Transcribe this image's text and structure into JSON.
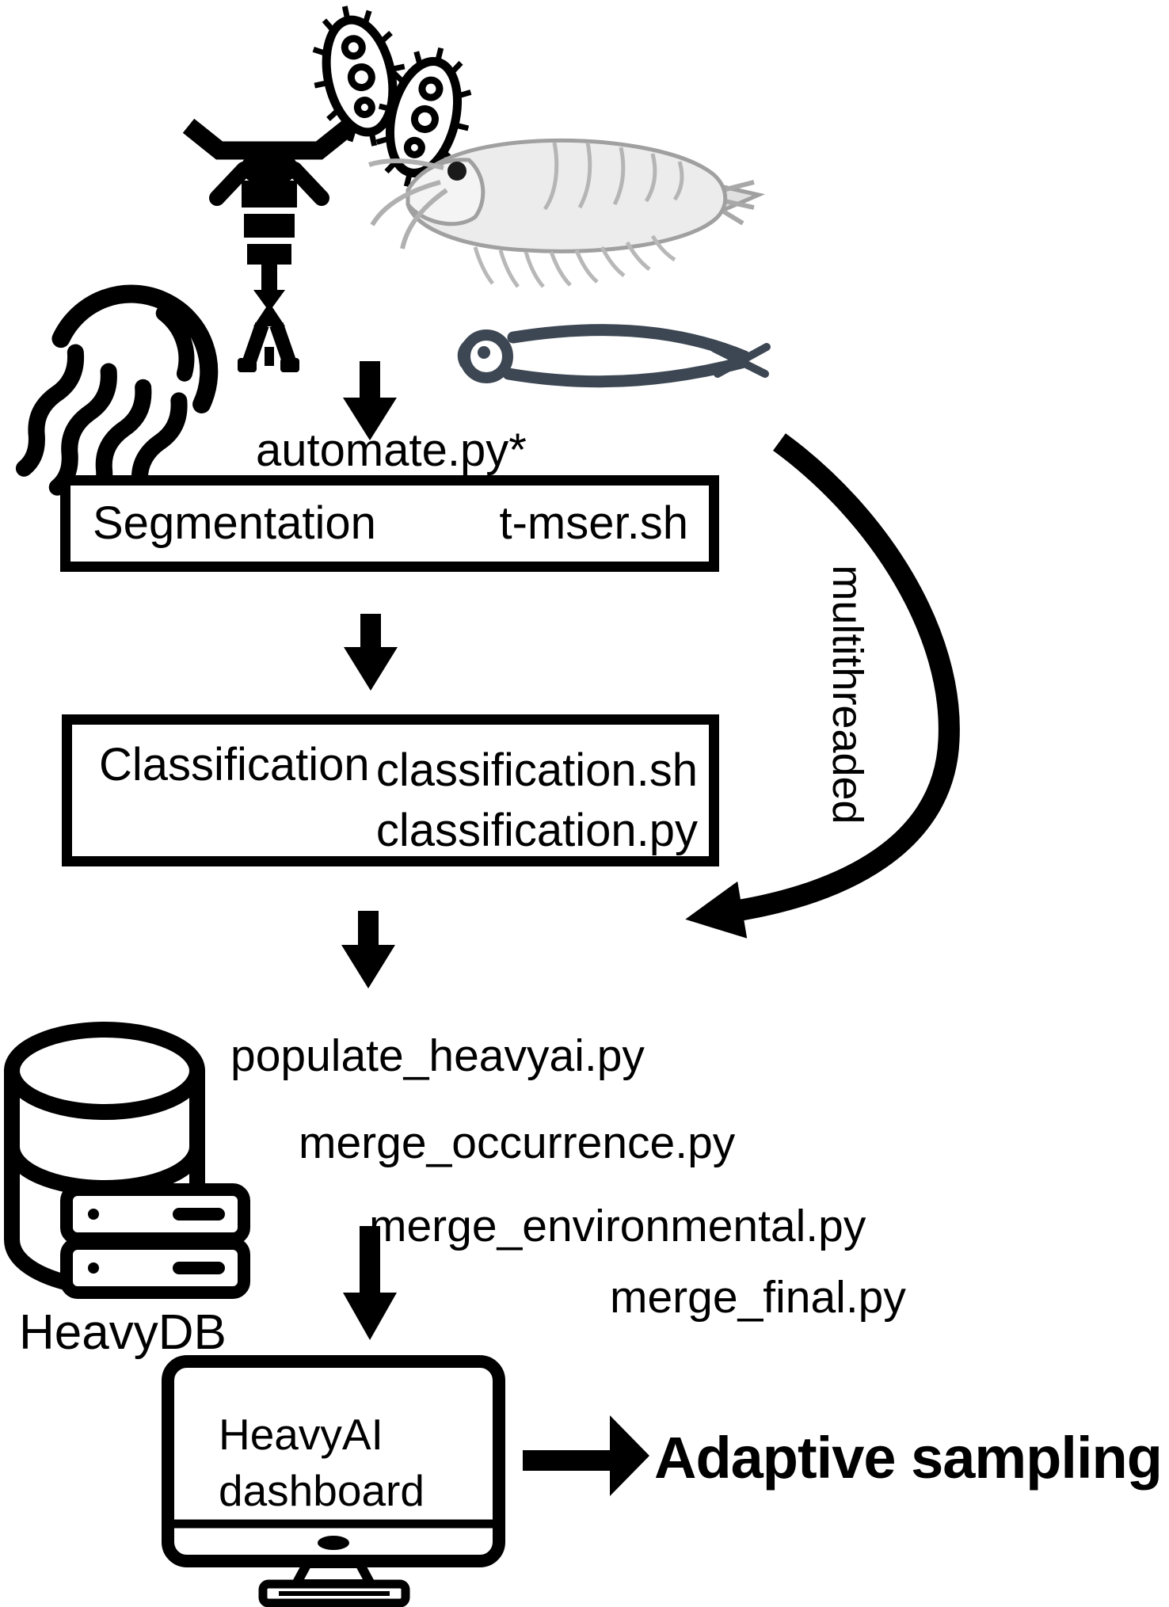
{
  "figure": {
    "title_script": "automate.py*",
    "stages": {
      "segmentation": {
        "label": "Segmentation",
        "script": "t-mser.sh"
      },
      "classification": {
        "label": "Classification",
        "scripts": [
          "classification.sh",
          "classification.py"
        ]
      }
    },
    "loop_label": "multithreaded",
    "database": {
      "label": "HeavyDB",
      "scripts": [
        "populate_heavyai.py",
        "merge_occurrence.py",
        "merge_environmental.py",
        "merge_final.py"
      ]
    },
    "dashboard": {
      "line1": "HeavyAI",
      "line2": "dashboard"
    },
    "result_label": "Adaptive sampling",
    "icons": [
      "jellyfish-icon",
      "copepod-icon",
      "bacteria-icon",
      "krill-icon",
      "fish-larva-icon",
      "database-icon",
      "monitor-icon"
    ],
    "colors": {
      "ink": "#000000",
      "fish_ink": "#3d4753",
      "krill_fill": "#ececec",
      "krill_stroke": "#a0a0a0"
    }
  }
}
